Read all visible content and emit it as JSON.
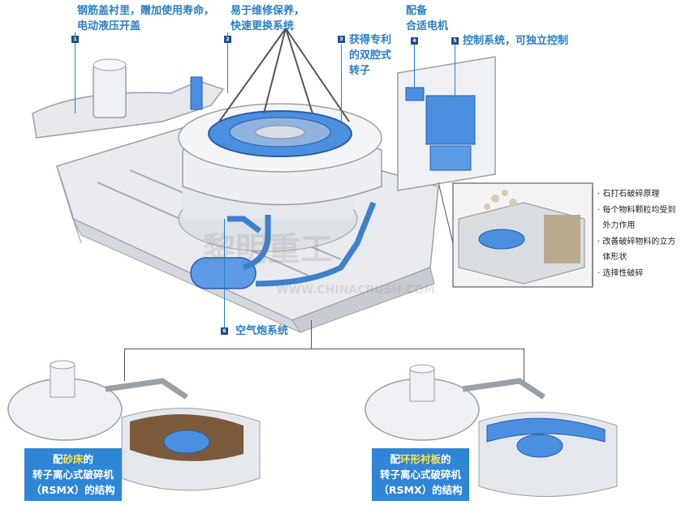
{
  "callouts": {
    "c1": {
      "num": "1",
      "lines": [
        "钢筋盖衬里，赠加使用寿命，",
        "电动液压开盖"
      ]
    },
    "c2": {
      "num": "2",
      "lines": [
        "易于维修保养，",
        "快速更换系统"
      ]
    },
    "c3": {
      "num": "3",
      "lines": [
        "获得专利",
        "的双腔式",
        "转子"
      ]
    },
    "c4": {
      "num": "4",
      "lines": [
        "配备",
        "合适电机"
      ]
    },
    "c5": {
      "num": "5",
      "lines": [
        "控制系统，可独立控制"
      ]
    },
    "c6": {
      "num": "6",
      "lines": [
        "空气炮系统"
      ]
    }
  },
  "principle_list": [
    "石打石破碎原理",
    "每个物料颗粒均受到",
    "外力作用",
    "改善破碎物料的立方",
    "体形状",
    "选择性破碎"
  ],
  "box_left": {
    "pre": "配",
    "hl": "砂床",
    "post": "的",
    "line2": "转子离心式破碎机",
    "line3": "（RSMX）的结构"
  },
  "box_right": {
    "pre": "配",
    "hl": "环形衬板",
    "post": "的",
    "line2": "转子离心式破碎机",
    "line3": "（RSMX）的结构"
  },
  "watermark": {
    "cn": "黎明重工",
    "en": "WWW.CHINACRUSH.COM"
  },
  "colors": {
    "accent": "#2a7fc4",
    "machine_blue": "#4a8fe0",
    "box_bg": "#2f86d6",
    "highlight": "#ffe34a"
  }
}
